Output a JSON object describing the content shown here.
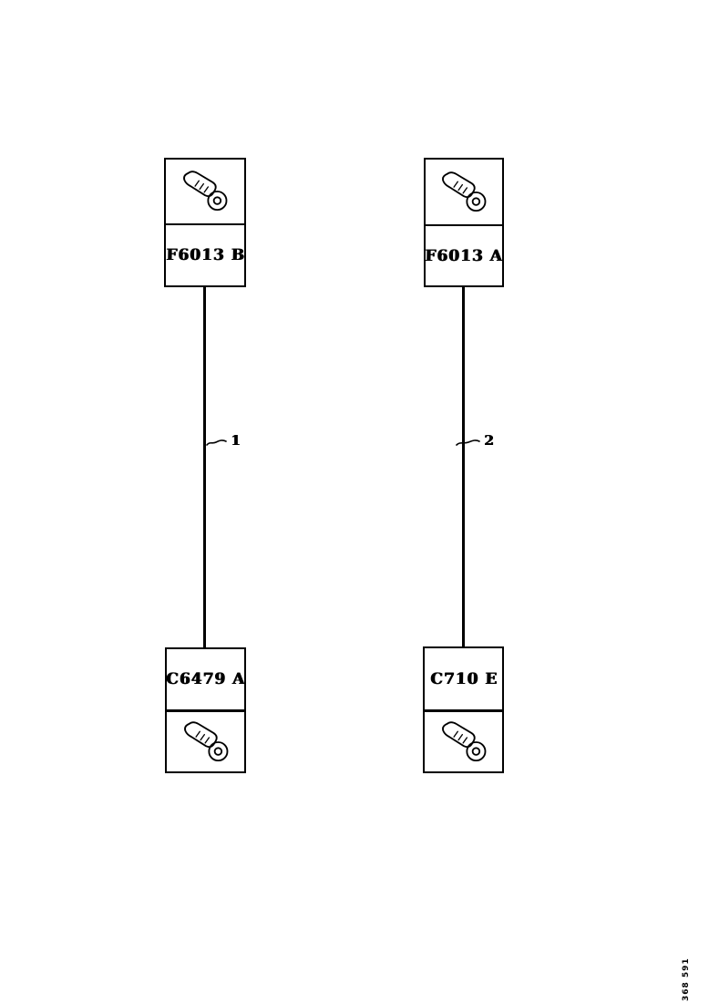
{
  "page": {
    "background": "#ffffff",
    "ink": "#000000",
    "sheet_number": "368 591"
  },
  "connectors": [
    {
      "position": "top-left",
      "label": "F6013 B",
      "icon": "ring-terminal-icon"
    },
    {
      "position": "top-right",
      "label": "F6013 A",
      "icon": "ring-terminal-icon"
    },
    {
      "position": "bottom-left",
      "label": "C6479 A",
      "icon": "ring-terminal-icon"
    },
    {
      "position": "bottom-right",
      "label": "C710 E",
      "icon": "ring-terminal-icon"
    }
  ],
  "wires": [
    {
      "number": "1",
      "from": "F6013 B",
      "to": "C6479 A"
    },
    {
      "number": "2",
      "from": "F6013 A",
      "to": "C710 E"
    }
  ]
}
